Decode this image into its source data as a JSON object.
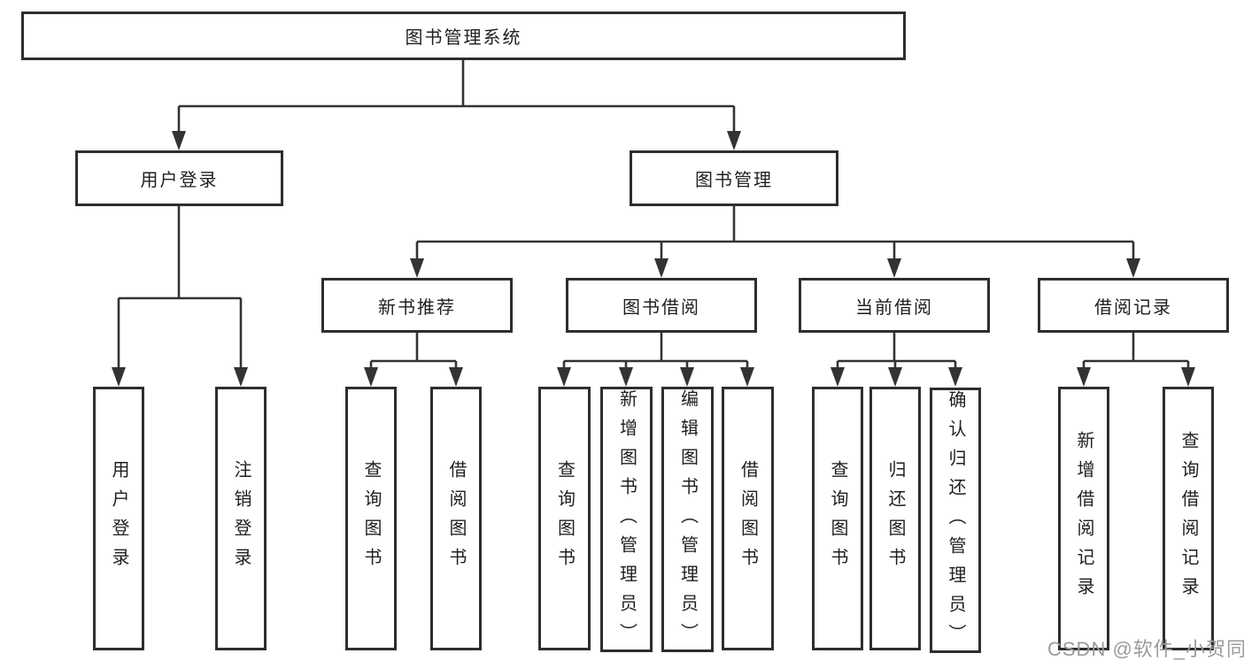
{
  "diagram": {
    "type": "hierarchy-tree",
    "watermark": "CSDN @软件_小贺同学",
    "colors": {
      "border": "#2e2e2e",
      "line": "#333333",
      "text": "#1f1f1f",
      "background": "#ffffff",
      "watermark": "#9b9b9b"
    },
    "nodes": {
      "root": {
        "label": "图书管理系统"
      },
      "level2": [
        {
          "label": "用户登录"
        },
        {
          "label": "图书管理"
        }
      ],
      "level3": [
        {
          "label": "新书推荐",
          "parent": "图书管理"
        },
        {
          "label": "图书借阅",
          "parent": "图书管理"
        },
        {
          "label": "当前借阅",
          "parent": "图书管理"
        },
        {
          "label": "借阅记录",
          "parent": "图书管理"
        }
      ],
      "leaves": [
        {
          "label": "用户登录",
          "parent": "用户登录"
        },
        {
          "label": "注销登录",
          "parent": "用户登录"
        },
        {
          "label": "查询图书",
          "parent": "新书推荐"
        },
        {
          "label": "借阅图书",
          "parent": "新书推荐"
        },
        {
          "label": "查询图书",
          "parent": "图书借阅"
        },
        {
          "label": "新增图书（管理员）",
          "parent": "图书借阅"
        },
        {
          "label": "编辑图书（管理员）",
          "parent": "图书借阅"
        },
        {
          "label": "借阅图书",
          "parent": "图书借阅"
        },
        {
          "label": "查询图书",
          "parent": "当前借阅"
        },
        {
          "label": "归还图书",
          "parent": "当前借阅"
        },
        {
          "label": "确认归还（管理员）",
          "parent": "当前借阅"
        },
        {
          "label": "新增借阅记录",
          "parent": "借阅记录"
        },
        {
          "label": "查询借阅记录",
          "parent": "借阅记录"
        }
      ]
    }
  }
}
